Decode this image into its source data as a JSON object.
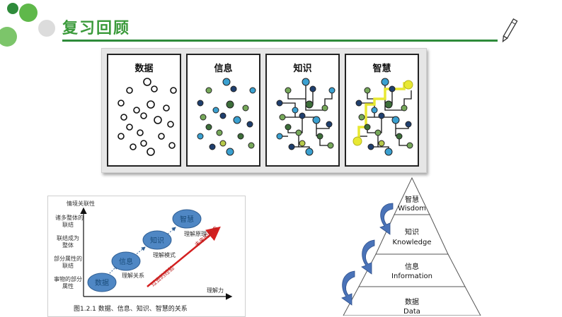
{
  "header": {
    "title": "复习回顾"
  },
  "panels": [
    {
      "label": "数据"
    },
    {
      "label": "信息"
    },
    {
      "label": "知识"
    },
    {
      "label": "智慧"
    }
  ],
  "chart": {
    "y_axis_title": "情境关联性",
    "y_levels": [
      [
        "诸多整体的",
        "联结"
      ],
      [
        "联结成为",
        "整体"
      ],
      [
        "部分属性的",
        "联结"
      ],
      [
        "事物的部分",
        "属性"
      ]
    ],
    "x_axis_title": "理解力",
    "nodes": [
      "数据",
      "信息",
      "知识",
      "智慧"
    ],
    "relations": [
      "理解关系",
      "理解模式",
      "理解原理"
    ],
    "arrow_past": "过去的经验",
    "arrow_future": "未来的新奇",
    "caption": "图1.2.1    数据、信息、知识、智慧的关系"
  },
  "pyramid": {
    "levels": [
      {
        "cn": "智慧",
        "en": "Wisdom"
      },
      {
        "cn": "知识",
        "en": "Knowledge"
      },
      {
        "cn": "信息",
        "en": "Information"
      },
      {
        "cn": "数据",
        "en": "Data"
      }
    ]
  },
  "colors": {
    "brand_green": "#2e8b3a",
    "title_green": "#3a9a3a",
    "node_fill": "#4f87c4",
    "arrow_red": "#d42020",
    "pyramid_arrow": "#4a73b8",
    "wisdom_highlight": "#e8e832"
  }
}
